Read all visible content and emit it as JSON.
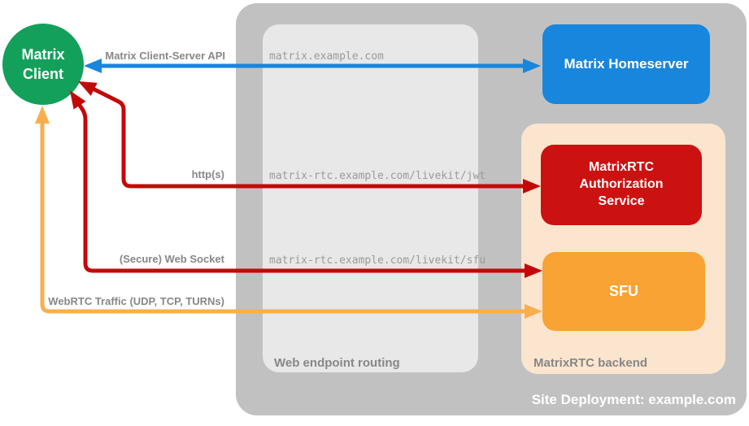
{
  "diagram": {
    "client": {
      "label": "Matrix\nClient"
    },
    "nodes": {
      "homeserver": {
        "label": "Matrix Homeserver"
      },
      "auth_service": {
        "label": "MatrixRTC\nAuthorization\nService"
      },
      "sfu": {
        "label": "SFU"
      }
    },
    "groups": {
      "site": {
        "label": "Site Deployment: example.com"
      },
      "routing": {
        "label": "Web endpoint routing"
      },
      "backend": {
        "label": "MatrixRTC backend"
      }
    },
    "connections": {
      "client_server_api": {
        "label": "Matrix Client-Server API",
        "endpoint": "matrix.example.com",
        "color": "#1886dc",
        "bidirectional": true
      },
      "http": {
        "label": "http(s)",
        "endpoint": "matrix-rtc.example.com/livekit/jwt",
        "color": "#c40808",
        "bidirectional": true
      },
      "websocket": {
        "label": "(Secure) Web Socket",
        "endpoint": "matrix-rtc.example.com/livekit/sfu",
        "color": "#c40808",
        "bidirectional": true
      },
      "webrtc": {
        "label": "WebRTC Traffic (UDP, TCP, TURNs)",
        "color": "#f9ae4e",
        "bidirectional": true
      }
    },
    "colors": {
      "client_green": "#13a05b",
      "homeserver_blue": "#1886dc",
      "auth_red": "#cc1111",
      "sfu_orange": "#f8a333",
      "backend_peach": "#fce5ce",
      "site_gray": "#c1c1c1",
      "routing_gray": "#e8e8e8",
      "label_gray": "#878787",
      "mono_gray": "#9a9a9a"
    }
  }
}
